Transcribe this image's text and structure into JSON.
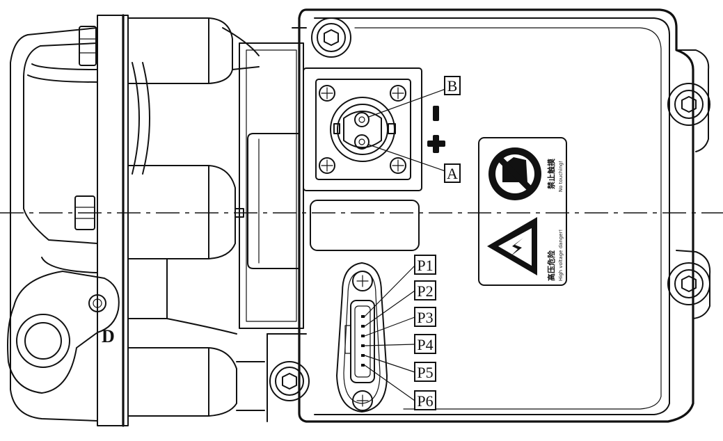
{
  "connector_labels": {
    "hv_pin_b": "B",
    "hv_pin_a": "A",
    "polarity_minus": "-",
    "polarity_plus": "+"
  },
  "signal_pins": [
    "P1",
    "P2",
    "P3",
    "P4",
    "P5",
    "P6"
  ],
  "housing_mark": "D",
  "warning_labels": {
    "no_touching_cn": "禁止触摸",
    "no_touching_en": "No touching!",
    "high_voltage_cn": "高压危险",
    "high_voltage_en": "High voltage danger!"
  }
}
